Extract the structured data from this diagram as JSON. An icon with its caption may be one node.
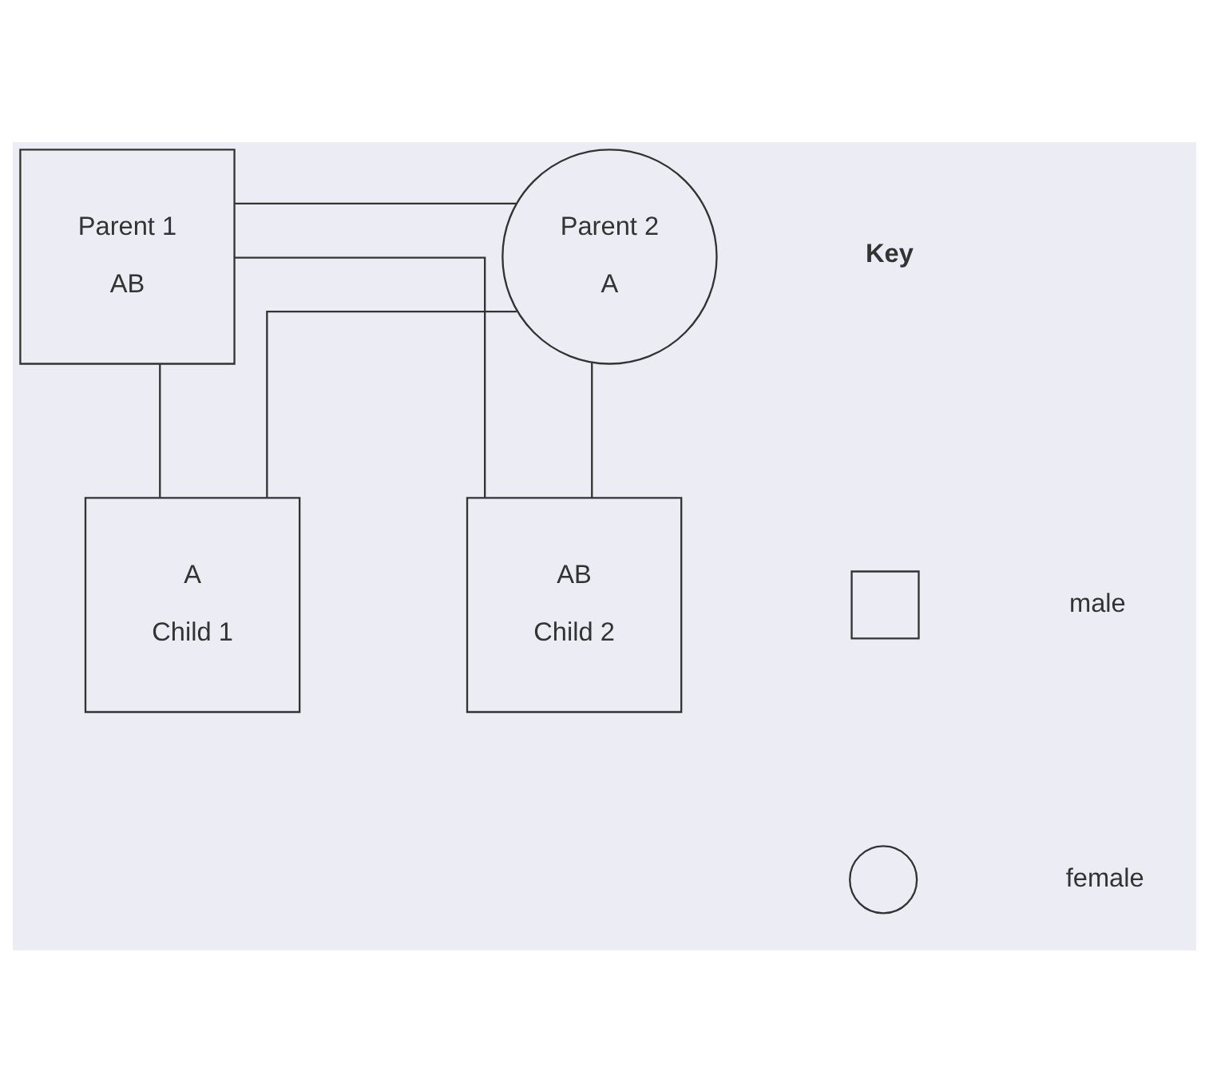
{
  "diagram": {
    "nodes": [
      {
        "text": [
          "Parent 1",
          "AB"
        ]
      },
      {
        "text": [
          "Parent 2",
          "A"
        ]
      },
      {
        "text": [
          "A",
          "Child 1"
        ]
      },
      {
        "text": [
          "AB",
          "Child 2"
        ]
      },
      {
        "text": [],
        "shape": "box"
      },
      {
        "text": [],
        "shape": "circle"
      }
    ],
    "edges": [
      {
        "from": 0,
        "to": 1,
        "arrow": "none"
      },
      {
        "from": 0,
        "to": 2,
        "arrow": "none"
      },
      {
        "from": 0,
        "to": 3,
        "arrow": "none"
      },
      {
        "from": 1,
        "to": 2,
        "arrow": "none"
      },
      {
        "from": 1,
        "to": 3,
        "arrow": "none"
      }
    ],
    "labels": [
      "Key"
    ],
    "legend": [
      {
        "text": "male"
      },
      {
        "text": "female"
      }
    ]
  }
}
